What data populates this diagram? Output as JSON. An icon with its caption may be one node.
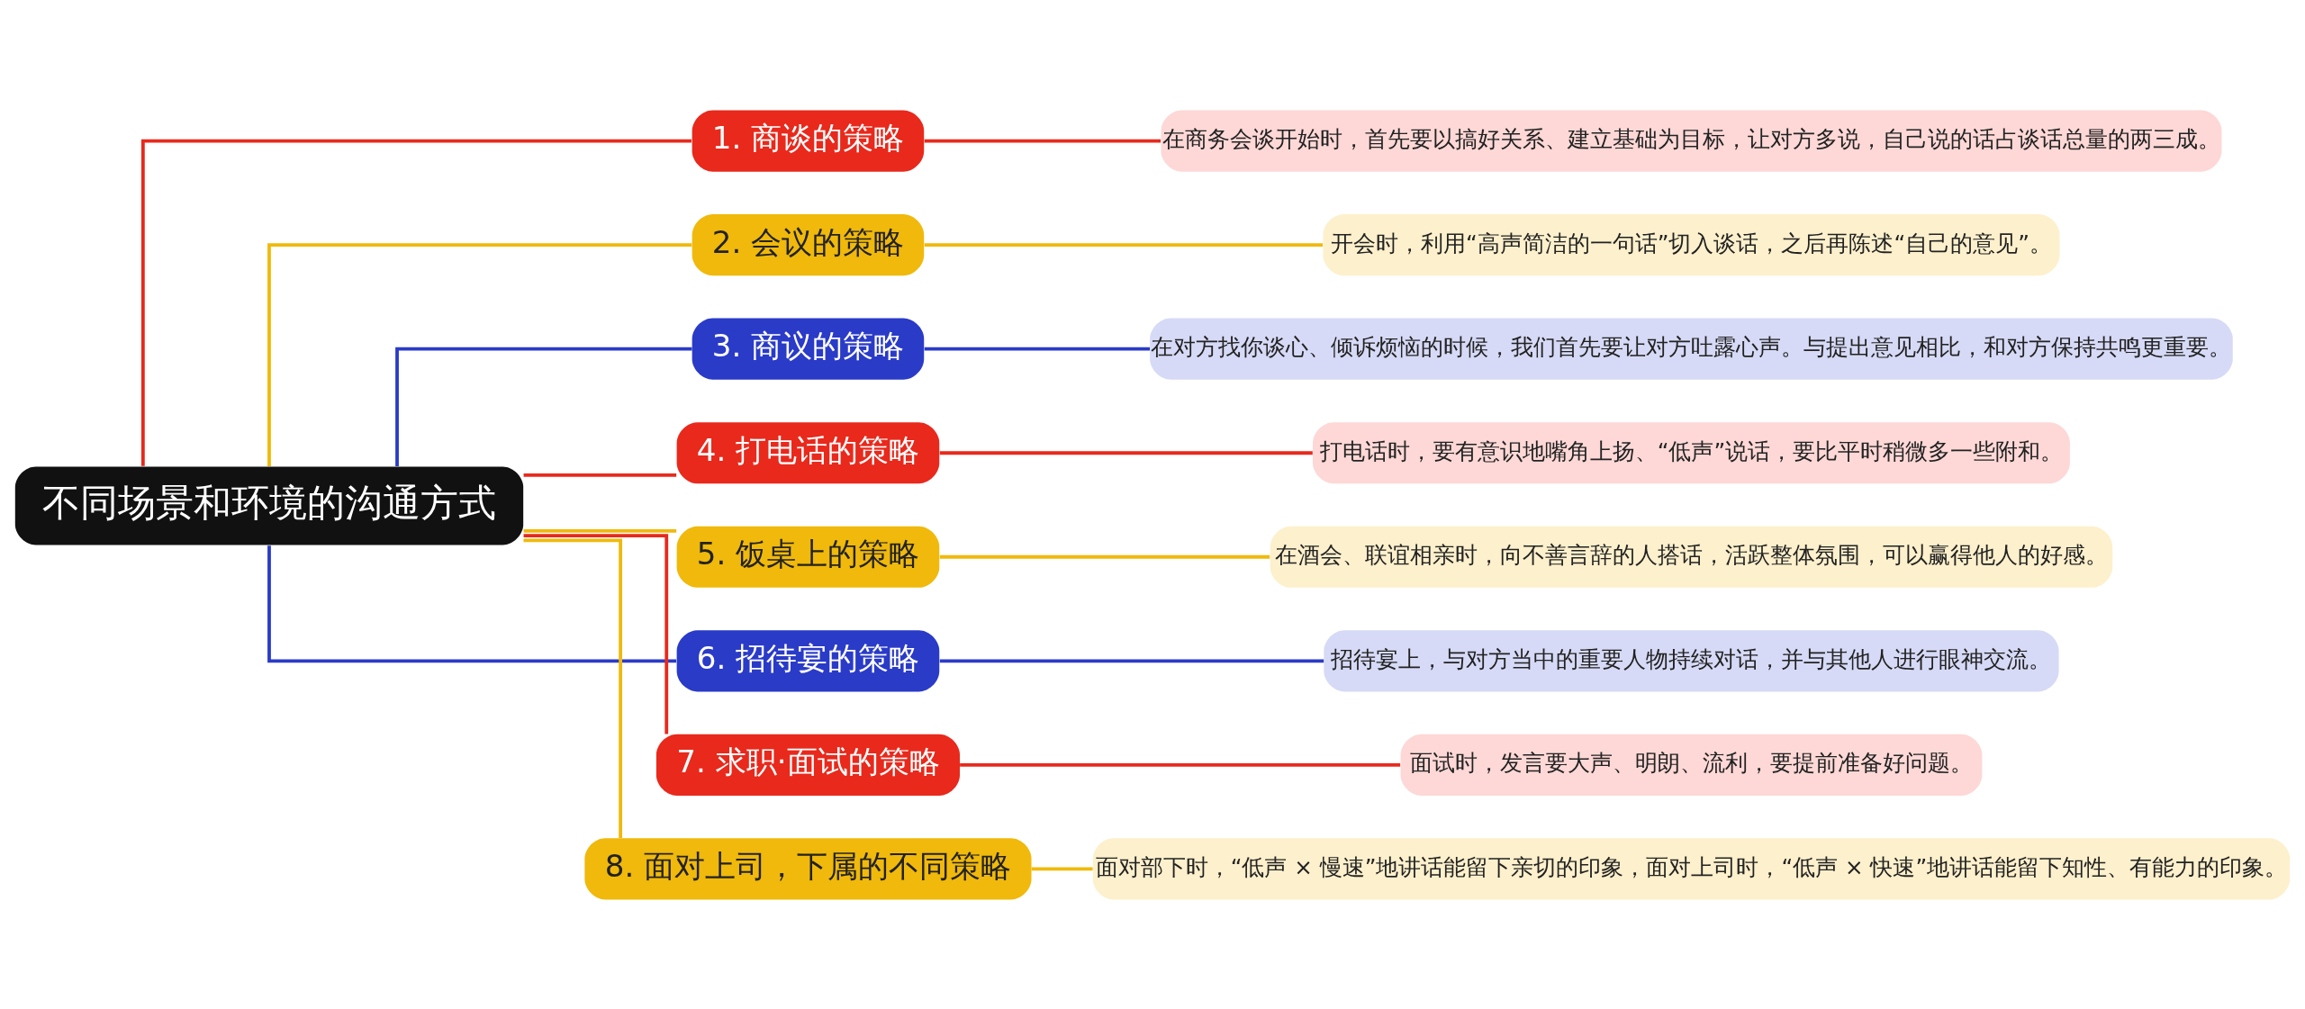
{
  "diagram": {
    "nodes": [
      {
        "text": [
          "不同场景和环境的沟通方式"
        ]
      },
      {
        "text": [
          "1. 商谈的策略"
        ]
      },
      {
        "text": [
          "在商务会谈开始时，首先要以搞好关系、建立基础为目标，让对方多说，自己说的话占谈话总量的两三成。"
        ]
      },
      {
        "text": [
          "2. 会议的策略"
        ]
      },
      {
        "text": [
          "开会时，利用“高声简洁的一句话”切入谈话，之后再陈述“自己的意见”。"
        ]
      },
      {
        "text": [
          "3. 商议的策略"
        ]
      },
      {
        "text": [
          "在对方找你谈心、倾诉烦恼的时候，我们首先要让对方吐露心声。与提出意见相比，和对方保持共鸣更重要。"
        ]
      },
      {
        "text": [
          "4. 打电话的策略"
        ]
      },
      {
        "text": [
          "打电话时，要有意识地嘴角上扬、“低声”说话，要比平时稍微多一些附和。"
        ]
      },
      {
        "text": [
          "5. 饭桌上的策略"
        ]
      },
      {
        "text": [
          "在酒会、联谊相亲时，向不善言辞的人搭话，活跃整体氛围，可以赢得他人的好感。"
        ]
      },
      {
        "text": [
          "6. 招待宴的策略"
        ]
      },
      {
        "text": [
          "招待宴上，与对方当中的重要人物持续对话，并与其他人进行眼神交流。"
        ]
      },
      {
        "text": [
          "7. 求职·面试的策略"
        ]
      },
      {
        "text": [
          "面试时，发言要大声、明朗、流利，要提前准备好问题。"
        ]
      },
      {
        "text": [
          "8. 面对上司，下属的不同策略"
        ]
      },
      {
        "text": [
          "面对部下时，“低声 × 慢速”地讲话能留下亲切的印象，面对上司时，“低声 × 快速”地讲话能留下知性、有能力的印象。"
        ]
      }
    ],
    "edges": [
      {
        "from": 0,
        "to": 1,
        "arrow": "none",
        "color": "#e8291c"
      },
      {
        "from": 1,
        "to": 2,
        "arrow": "none",
        "color": "#e8291c"
      },
      {
        "from": 0,
        "to": 3,
        "arrow": "none",
        "color": "#f0b90b"
      },
      {
        "from": 3,
        "to": 4,
        "arrow": "none",
        "color": "#f0b90b"
      },
      {
        "from": 0,
        "to": 5,
        "arrow": "none",
        "color": "#2a3bc8"
      },
      {
        "from": 5,
        "to": 6,
        "arrow": "none",
        "color": "#2a3bc8"
      },
      {
        "from": 0,
        "to": 7,
        "arrow": "none",
        "color": "#e8291c"
      },
      {
        "from": 7,
        "to": 8,
        "arrow": "none",
        "color": "#e8291c"
      },
      {
        "from": 0,
        "to": 9,
        "arrow": "none",
        "color": "#f0b90b"
      },
      {
        "from": 9,
        "to": 10,
        "arrow": "none",
        "color": "#f0b90b"
      },
      {
        "from": 0,
        "to": 11,
        "arrow": "none",
        "color": "#2a3bc8"
      },
      {
        "from": 11,
        "to": 12,
        "arrow": "none",
        "color": "#2a3bc8"
      },
      {
        "from": 0,
        "to": 13,
        "arrow": "none",
        "color": "#e8291c"
      },
      {
        "from": 13,
        "to": 14,
        "arrow": "none",
        "color": "#e8291c"
      },
      {
        "from": 0,
        "to": 15,
        "arrow": "none",
        "color": "#f0b90b"
      },
      {
        "from": 15,
        "to": 16,
        "arrow": "none",
        "color": "#f0b90b"
      }
    ]
  }
}
